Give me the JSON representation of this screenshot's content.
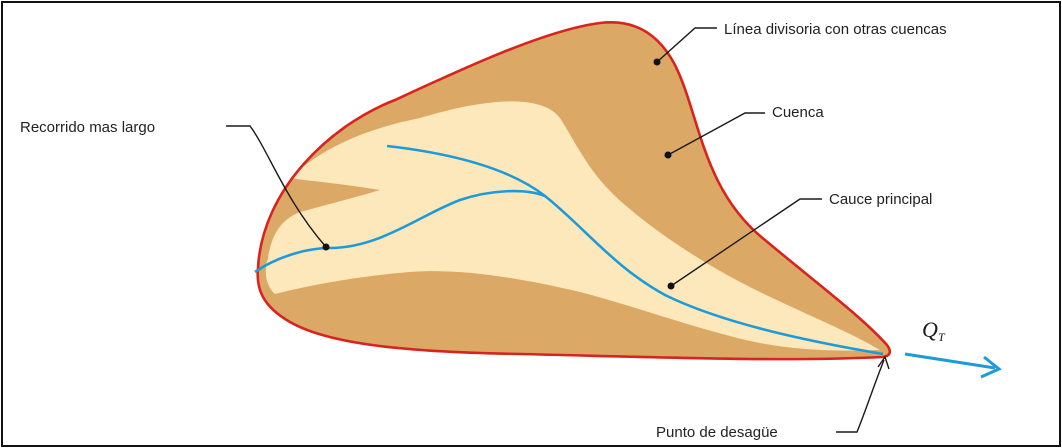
{
  "labels": {
    "divide": "Línea divisoria con otras cuencas",
    "basin": "Cuenca",
    "longest_path": "Recorrido mas largo",
    "main_channel": "Cauce principal",
    "outlet": "Punto de desagüe",
    "flow_symbol": "Q",
    "flow_subscript": "T"
  },
  "colors": {
    "basin_fill": "#dba866",
    "inner_fill": "#fde8bb",
    "divide_line": "#d8231f",
    "stream": "#1e9bd7",
    "frame": "#111111"
  },
  "icons": {
    "flow": "arrow-right-icon"
  }
}
